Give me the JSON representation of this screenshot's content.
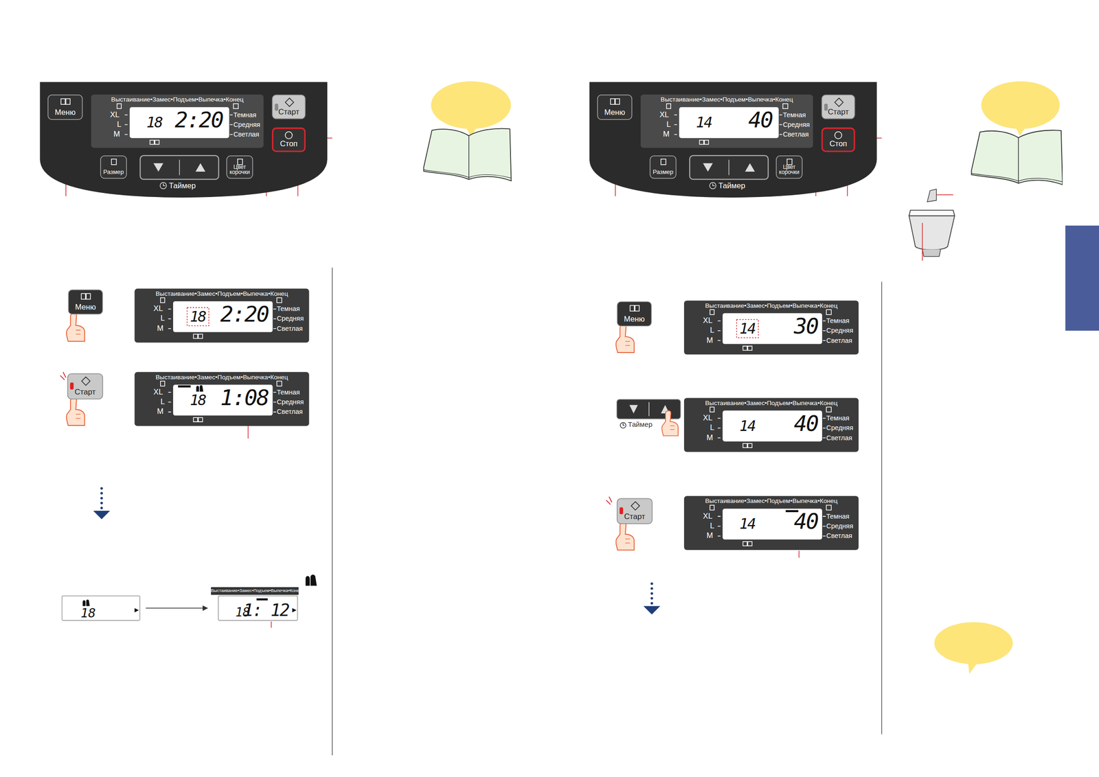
{
  "diagram": {
    "nodes": [
      {
        "text": [
          "Таймер"
        ]
      },
      {
        "text": [
          "Меню"
        ],
        "in": 0
      },
      {
        "text": [
          "Выстаивание•Замес•Подъем•Выпечка•Конец",
          "XL",
          "L",
          "M",
          "Темная",
          "Средняя",
          "Светлая",
          "18",
          "2:20"
        ],
        "in": 0
      },
      {
        "text": [
          "Старт"
        ],
        "in": 0
      },
      {
        "text": [
          "Стоп"
        ],
        "in": 0
      },
      {
        "text": [
          "Размер"
        ],
        "in": 0
      },
      {
        "text": [
          "Цвет корочки"
        ],
        "in": 0
      },
      {
        "text": [
          "Таймер"
        ]
      },
      {
        "text": [
          "Меню"
        ],
        "in": 7
      },
      {
        "text": [
          "Выстаивание•Замес•Подъем•Выпечка•Конец",
          "XL",
          "L",
          "M",
          "Темная",
          "Средняя",
          "Светлая",
          "14",
          "40"
        ],
        "in": 7
      },
      {
        "text": [
          "Старт"
        ],
        "in": 7
      },
      {
        "text": [
          "Стоп"
        ],
        "in": 7
      },
      {
        "text": [
          "Размер"
        ],
        "in": 7
      },
      {
        "text": [
          "Цвет корочки"
        ],
        "in": 7
      },
      {
        "text": [
          "Меню"
        ]
      },
      {
        "text": [
          "Выстаивание•Замес•Подъем•Выпечка•Конец",
          "XL",
          "L",
          "M",
          "Темная",
          "Средняя",
          "Светлая",
          "18",
          "2:20"
        ]
      },
      {
        "text": [
          "Старт"
        ]
      },
      {
        "text": [
          "Выстаивание•Замес•Подъем•Выпечка•Конец",
          "XL",
          "L",
          "M",
          "Темная",
          "Средняя",
          "Светлая",
          "18",
          "1:08"
        ]
      },
      {
        "text": [
          "18"
        ]
      },
      {
        "text": [
          "Выстаивание•Замес•Подъем•Выпечка•Конец",
          "18",
          "1: 12"
        ]
      },
      {
        "text": [
          "Меню"
        ]
      },
      {
        "text": [
          "Выстаивание•Замес•Подъем•Выпечка•Конец",
          "XL",
          "L",
          "M",
          "Темная",
          "Средняя",
          "Светлая",
          "14",
          "30"
        ]
      },
      {
        "text": [
          "Выстаивание•Замес•Подъем•Выпечка•Конец",
          "XL",
          "L",
          "M",
          "Темная",
          "Средняя",
          "Светлая",
          "14",
          "40"
        ]
      },
      {
        "text": [
          "Старт"
        ]
      },
      {
        "text": [
          "Выстаивание•Замес•Подъем•Выпечка•Конец",
          "XL",
          "L",
          "M",
          "Темная",
          "Средняя",
          "Светлая",
          "14",
          "40"
        ]
      }
    ],
    "edges": [
      {
        "from": 18,
        "to": 19,
        "arrow": "to"
      }
    ],
    "labels": [
      "Таймер"
    ]
  }
}
